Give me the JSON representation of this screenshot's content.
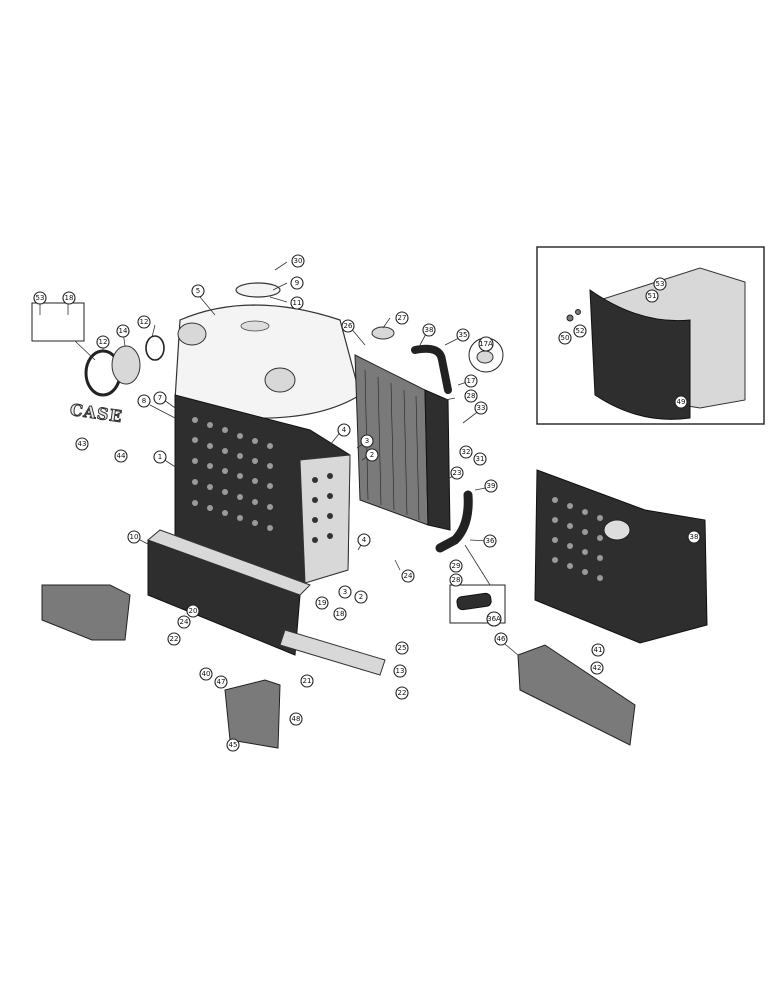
{
  "logo": {
    "text": "CASE"
  },
  "callouts": [
    {
      "id": "c-30-top",
      "label": "30"
    },
    {
      "id": "c-9",
      "label": "9"
    },
    {
      "id": "c-11",
      "label": "11"
    },
    {
      "id": "c-5",
      "label": "5"
    },
    {
      "id": "c-26",
      "label": "26"
    },
    {
      "id": "c-27",
      "label": "27"
    },
    {
      "id": "c-38a",
      "label": "38"
    },
    {
      "id": "c-35",
      "label": "35"
    },
    {
      "id": "c-17a",
      "label": "17A"
    },
    {
      "id": "c-17",
      "label": "17"
    },
    {
      "id": "c-53",
      "label": "53"
    },
    {
      "id": "c-18",
      "label": "18"
    },
    {
      "id": "c-12a",
      "label": "12"
    },
    {
      "id": "c-14",
      "label": "14"
    },
    {
      "id": "c-12b",
      "label": "12"
    },
    {
      "id": "c-8",
      "label": "8"
    },
    {
      "id": "c-7",
      "label": "7"
    },
    {
      "id": "c-43",
      "label": "43"
    },
    {
      "id": "c-44",
      "label": "44"
    },
    {
      "id": "c-4a",
      "label": "4"
    },
    {
      "id": "c-3a",
      "label": "3"
    },
    {
      "id": "c-2a",
      "label": "2"
    },
    {
      "id": "c-28",
      "label": "28"
    },
    {
      "id": "c-33",
      "label": "33"
    },
    {
      "id": "c-32",
      "label": "32"
    },
    {
      "id": "c-31",
      "label": "31"
    },
    {
      "id": "c-1",
      "label": "1"
    },
    {
      "id": "c-23",
      "label": "23"
    },
    {
      "id": "c-39",
      "label": "39"
    },
    {
      "id": "c-36",
      "label": "36"
    },
    {
      "id": "c-38b",
      "label": "38"
    },
    {
      "id": "c-29",
      "label": "29"
    },
    {
      "id": "c-28b",
      "label": "28"
    },
    {
      "id": "c-10",
      "label": "10"
    },
    {
      "id": "c-4b",
      "label": "4"
    },
    {
      "id": "c-3b",
      "label": "3"
    },
    {
      "id": "c-2b",
      "label": "2"
    },
    {
      "id": "c-24",
      "label": "24"
    },
    {
      "id": "c-36a",
      "label": "36A"
    },
    {
      "id": "c-20",
      "label": "20"
    },
    {
      "id": "c-19",
      "label": "19"
    },
    {
      "id": "c-18b",
      "label": "18"
    },
    {
      "id": "c-24b",
      "label": "24"
    },
    {
      "id": "c-22",
      "label": "22"
    },
    {
      "id": "c-25",
      "label": "25"
    },
    {
      "id": "c-13",
      "label": "13"
    },
    {
      "id": "c-21",
      "label": "21"
    },
    {
      "id": "c-22b",
      "label": "22"
    },
    {
      "id": "c-40a",
      "label": "40"
    },
    {
      "id": "c-47a",
      "label": "47"
    },
    {
      "id": "c-48",
      "label": "48"
    },
    {
      "id": "c-45",
      "label": "45"
    },
    {
      "id": "c-46",
      "label": "46"
    },
    {
      "id": "c-41",
      "label": "41"
    },
    {
      "id": "c-42",
      "label": "42"
    },
    {
      "id": "c-52",
      "label": "52"
    },
    {
      "id": "c-51",
      "label": "51"
    },
    {
      "id": "c-53b",
      "label": "53"
    },
    {
      "id": "c-50",
      "label": "50"
    },
    {
      "id": "c-49",
      "label": "49"
    }
  ]
}
